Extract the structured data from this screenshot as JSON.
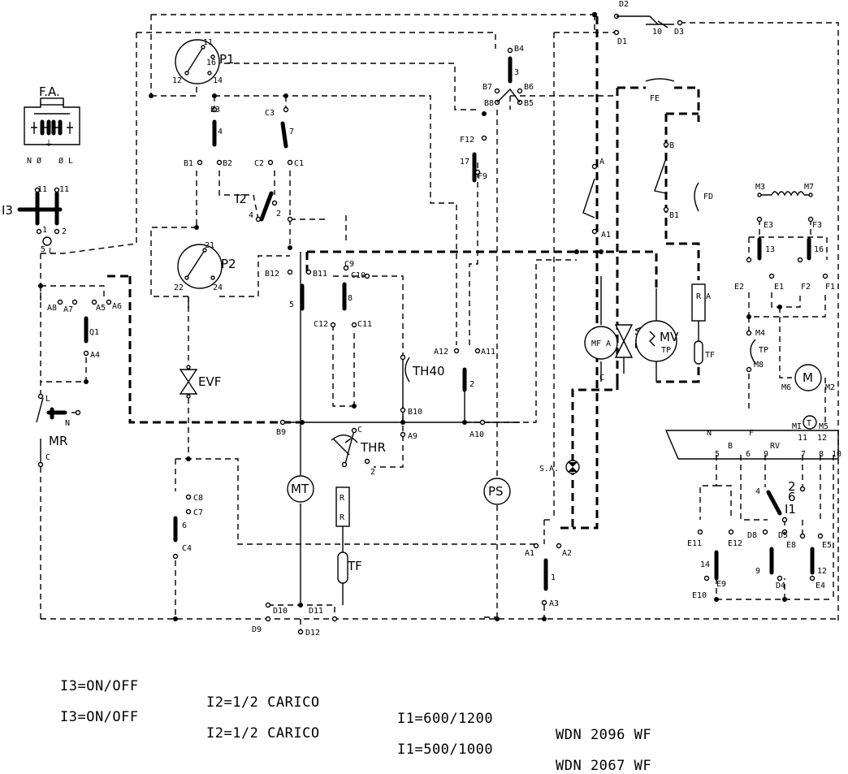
{
  "labels": {
    "d2": "D2",
    "d1": "D1",
    "i10": "10",
    "d3": "D3",
    "p1": "P1",
    "p1_16": "16",
    "p1_11": "11",
    "p1_12": "12",
    "p1_14": "14",
    "b4": "B4",
    "b4n": "3",
    "b7": "B7",
    "b6": "B6",
    "b8": "B8",
    "b5": "B5",
    "fe": "FE",
    "b3": "B3",
    "b3n": "4",
    "c3": "C3",
    "c3n": "7",
    "b1": "B1",
    "b2": "B2",
    "c2": "C2",
    "c1": "C1",
    "f12": "F12",
    "f17": "17",
    "f9": "F9",
    "fa": "F.A.",
    "n0": "N Ø",
    "l0": "Ø L",
    "gnd": "⏚",
    "i3": "I3",
    "i3_1": "1",
    "i3_2": "2",
    "i3_11": "11",
    "i3_11b": "11",
    "i3_5": "5",
    "i3_l": "L",
    "i2": "I2",
    "i2_4": "4",
    "i2_2": "2",
    "eb": "B",
    "eb1": "B1",
    "fd": "FD",
    "m3": "M3",
    "m7": "M7",
    "e3": "E3",
    "f3": "F3",
    "e13": "13",
    "f16": "16",
    "e2": "E2",
    "e1": "E1",
    "f2": "F2",
    "f1": "F1",
    "a": "A",
    "a1": "A1",
    "p2": "P2",
    "p2_21": "21",
    "p2_22": "22",
    "p2_24": "24",
    "b12": "B12",
    "b11": "B11",
    "c9": "C9",
    "c10": "C10",
    "c8n": "8",
    "c12": "C12",
    "c11": "C11",
    "b5n": "5",
    "a8": "A8",
    "a7": "A7",
    "a5": "A5",
    "a6": "A6",
    "q1": "Q1",
    "a4": "A4",
    "evf": "EVF",
    "a12": "A12",
    "a11": "A11",
    "a2n": "2",
    "th40": "TH40",
    "mfa": "MF A",
    "c": "C",
    "eva": "EVA",
    "mv": "MV",
    "tp": "TP",
    "ra": "R A",
    "tf": "TF",
    "m4": "M4",
    "tp2": "TP",
    "m8": "M8",
    "m6": "M6",
    "m2": "M2",
    "m": "M",
    "b10": "B10",
    "b9": "B9",
    "a10": "A10",
    "a9": "A9",
    "mr": "MR",
    "mr_l": "L",
    "mr_n": "N",
    "mr_c": "C",
    "thr": "THR",
    "thr_c": "C",
    "thr_2": "2",
    "mi": "MI",
    "m5": "M5",
    "t": "T",
    "n": "N",
    "f": "F",
    "rv": "RV",
    "tb_5": "5",
    "tb_6": "6",
    "tb_9": "9",
    "tb_11": "11",
    "tb_12": "12",
    "tb_7": "7",
    "tb_8": "8",
    "tb_10": "10",
    "b": "B",
    "mt": "MT",
    "ps": "PS",
    "sa": "S.A.",
    "c8": "C8",
    "c7": "C7",
    "c6": "6",
    "c4": "C4",
    "i1": "I1",
    "i1_2": "2",
    "i1_6": "6",
    "i1_4": "4",
    "a1b": "A1",
    "a2": "A2",
    "a3": "A3",
    "a1n": "1",
    "e11": "E11",
    "e12": "E12",
    "d8": "D8",
    "d5": "D5",
    "e8": "E8",
    "e5": "E5",
    "e14": "14",
    "e9": "E9",
    "e10": "E10",
    "d9n": "9",
    "d4": "D4",
    "e12n": "12",
    "e4": "E4",
    "r": "R",
    "tf2": "TF",
    "d10": "D10",
    "d11": "D11",
    "d9": "D9",
    "d12": "D12"
  },
  "legend": [
    [
      "I3=ON/OFF",
      "I2=1/2 CARICO",
      "I1=600/1200",
      "WDN 2096 WF"
    ],
    [
      "I3=ON/OFF",
      "I2=1/2 CARICO",
      "I1=500/1000",
      "WDN 2067 WF"
    ]
  ]
}
